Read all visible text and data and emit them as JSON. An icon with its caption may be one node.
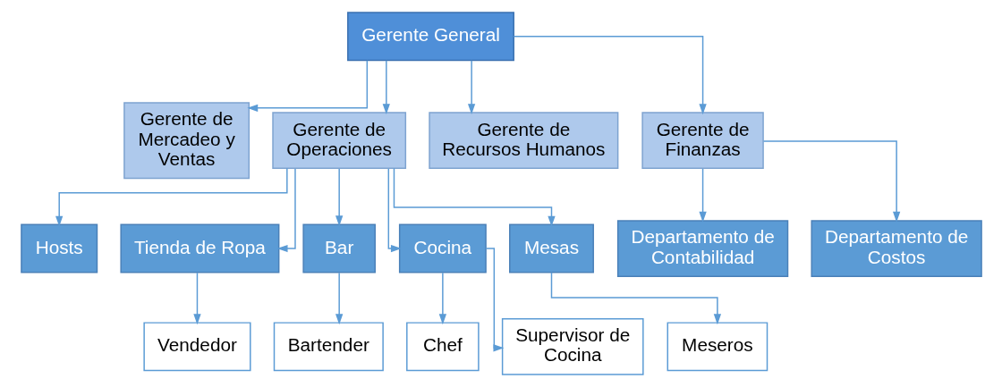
{
  "diagram": {
    "nodes": [
      {
        "text": [
          "Gerente General"
        ]
      },
      {
        "text": [
          "Gerente de Mercadeo y Ventas"
        ]
      },
      {
        "text": [
          "Gerente de Operaciones"
        ]
      },
      {
        "text": [
          "Gerente de Recursos Humanos"
        ]
      },
      {
        "text": [
          "Gerente de Finanzas"
        ]
      },
      {
        "text": [
          "Hosts"
        ]
      },
      {
        "text": [
          "Tienda de Ropa"
        ]
      },
      {
        "text": [
          "Bar"
        ]
      },
      {
        "text": [
          "Cocina"
        ]
      },
      {
        "text": [
          "Mesas"
        ]
      },
      {
        "text": [
          "Vendedor"
        ]
      },
      {
        "text": [
          "Bartender"
        ]
      },
      {
        "text": [
          "Chef"
        ]
      },
      {
        "text": [
          "Supervisor de Cocina"
        ]
      },
      {
        "text": [
          "Meseros"
        ]
      },
      {
        "text": [
          "Departamento de Contabilidad"
        ]
      },
      {
        "text": [
          "Departamento de Costos"
        ]
      }
    ],
    "edges": [
      {
        "from": 0,
        "to": 1,
        "arrow": "to"
      },
      {
        "from": 0,
        "to": 2,
        "arrow": "to"
      },
      {
        "from": 0,
        "to": 3,
        "arrow": "to"
      },
      {
        "from": 0,
        "to": 4,
        "arrow": "to"
      },
      {
        "from": 2,
        "to": 5,
        "arrow": "to"
      },
      {
        "from": 2,
        "to": 6,
        "arrow": "to"
      },
      {
        "from": 2,
        "to": 7,
        "arrow": "to"
      },
      {
        "from": 2,
        "to": 8,
        "arrow": "to"
      },
      {
        "from": 2,
        "to": 9,
        "arrow": "to"
      },
      {
        "from": 6,
        "to": 10,
        "arrow": "to"
      },
      {
        "from": 7,
        "to": 11,
        "arrow": "to"
      },
      {
        "from": 8,
        "to": 12,
        "arrow": "to"
      },
      {
        "from": 8,
        "to": 13,
        "arrow": "to"
      },
      {
        "from": 9,
        "to": 14,
        "arrow": "to"
      },
      {
        "from": 4,
        "to": 15,
        "arrow": "to"
      },
      {
        "from": 4,
        "to": 16,
        "arrow": "to"
      }
    ]
  }
}
